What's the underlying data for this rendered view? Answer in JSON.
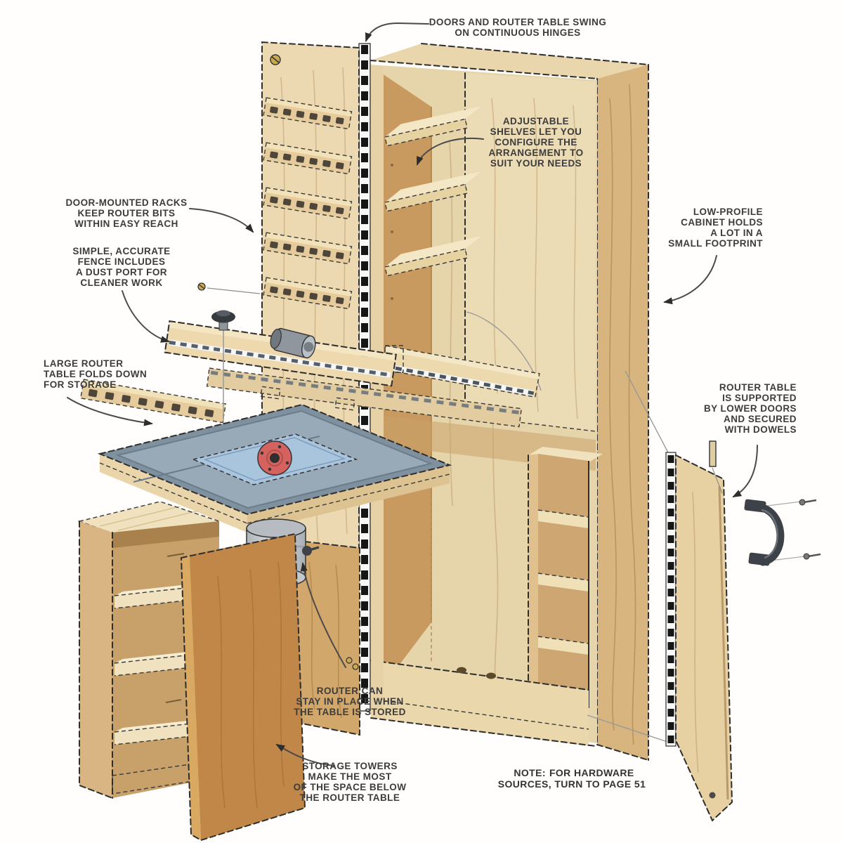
{
  "labels": {
    "hinges": [
      "DOORS AND ROUTER TABLE SWING",
      "ON CONTINUOUS HINGES"
    ],
    "adjustable_shelves": [
      "ADJUSTABLE",
      "SHELVES LET YOU",
      "CONFIGURE THE",
      "ARRANGEMENT TO",
      "SUIT YOUR NEEDS"
    ],
    "door_racks": [
      "DOOR-MOUNTED RACKS",
      "KEEP ROUTER BITS",
      "WITHIN EASY REACH"
    ],
    "fence": [
      "SIMPLE, ACCURATE",
      "FENCE INCLUDES",
      "A DUST PORT FOR",
      "CLEANER WORK"
    ],
    "table_folds": [
      "LARGE ROUTER",
      "TABLE FOLDS DOWN",
      "FOR STORAGE"
    ],
    "low_profile": [
      "LOW-PROFILE",
      "CABINET HOLDS",
      "A LOT IN A",
      "SMALL FOOTPRINT"
    ],
    "table_supported": [
      "ROUTER TABLE",
      "IS SUPPORTED",
      "BY LOWER DOORS",
      "AND SECURED",
      "WITH DOWELS"
    ],
    "router_stay": [
      "ROUTER CAN",
      "STAY IN PLACE WHEN",
      "THE TABLE IS STORED"
    ],
    "storage_towers": [
      "STORAGE TOWERS",
      "MAKE THE MOST",
      "OF THE SPACE BELOW",
      "THE ROUTER TABLE"
    ],
    "note": {
      "prefix": "NOTE:",
      "line1": "FOR HARDWARE",
      "line2": "SOURCES, TURN TO PAGE 51"
    }
  },
  "colors": {
    "wood_light": "#ecd9b2",
    "wood_pale": "#f2e6c6",
    "wood_medium": "#d2a76b",
    "wood_side": "#d8b47e",
    "wood_dark_door": "#c08749",
    "interior_wall": "#c99a60",
    "table_gray": "#8fa0af",
    "table_gray_inner": "#98a9b7",
    "insert_blue": "#a9c4dd",
    "bit_opening_red": "#d4625e",
    "hardware_gray": "#3c4248",
    "outline": "#2e2e2e"
  }
}
